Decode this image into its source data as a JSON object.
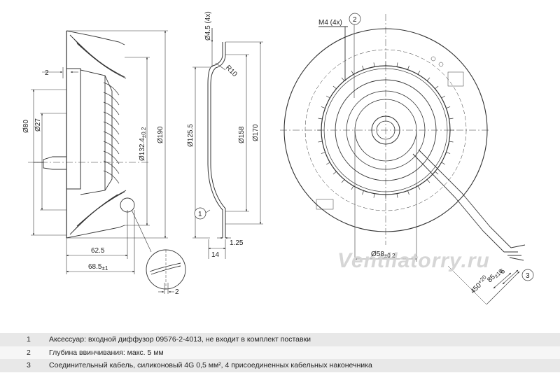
{
  "side_view": {
    "dim_2_top": "2",
    "dim_d80": "Ø80",
    "dim_d27": "Ø27",
    "dim_d132": "Ø132.4",
    "dim_d132_tol": "±0.2",
    "dim_d190": "Ø190",
    "dim_625": "62.5",
    "dim_685": "68.5",
    "dim_685_tol": "±1",
    "dim_2_detail": "2"
  },
  "section_view": {
    "dim_hole": "Ø4.5 (4x)",
    "dim_r10": "R10",
    "dim_d1255": "Ø125.5",
    "dim_d158": "Ø158",
    "dim_d170": "Ø170",
    "dim_14": "14",
    "dim_125": "1.25",
    "callout_1": "1"
  },
  "front_view": {
    "dim_m4": "M4 (4x)",
    "callout_2": "2",
    "callout_3": "3",
    "dim_d58": "Ø58",
    "dim_d58_tol": "±0.2",
    "dim_450": "450",
    "dim_450_tol": "+20",
    "dim_85": "85",
    "dim_85_tol": "±10",
    "dim_6": "6"
  },
  "watermark": "Ventilatorry.ru",
  "notes": [
    {
      "num": "1",
      "text": "Аксессуар: входной диффузор 09576-2-4013, не входит в комплект поставки"
    },
    {
      "num": "2",
      "text": "Глубина ввинчивания: макс. 5 мм"
    },
    {
      "num": "3",
      "text": "Соединительный кабель, силиконовый 4G 0,5 мм², 4 присоединенных кабельных наконечника"
    }
  ]
}
